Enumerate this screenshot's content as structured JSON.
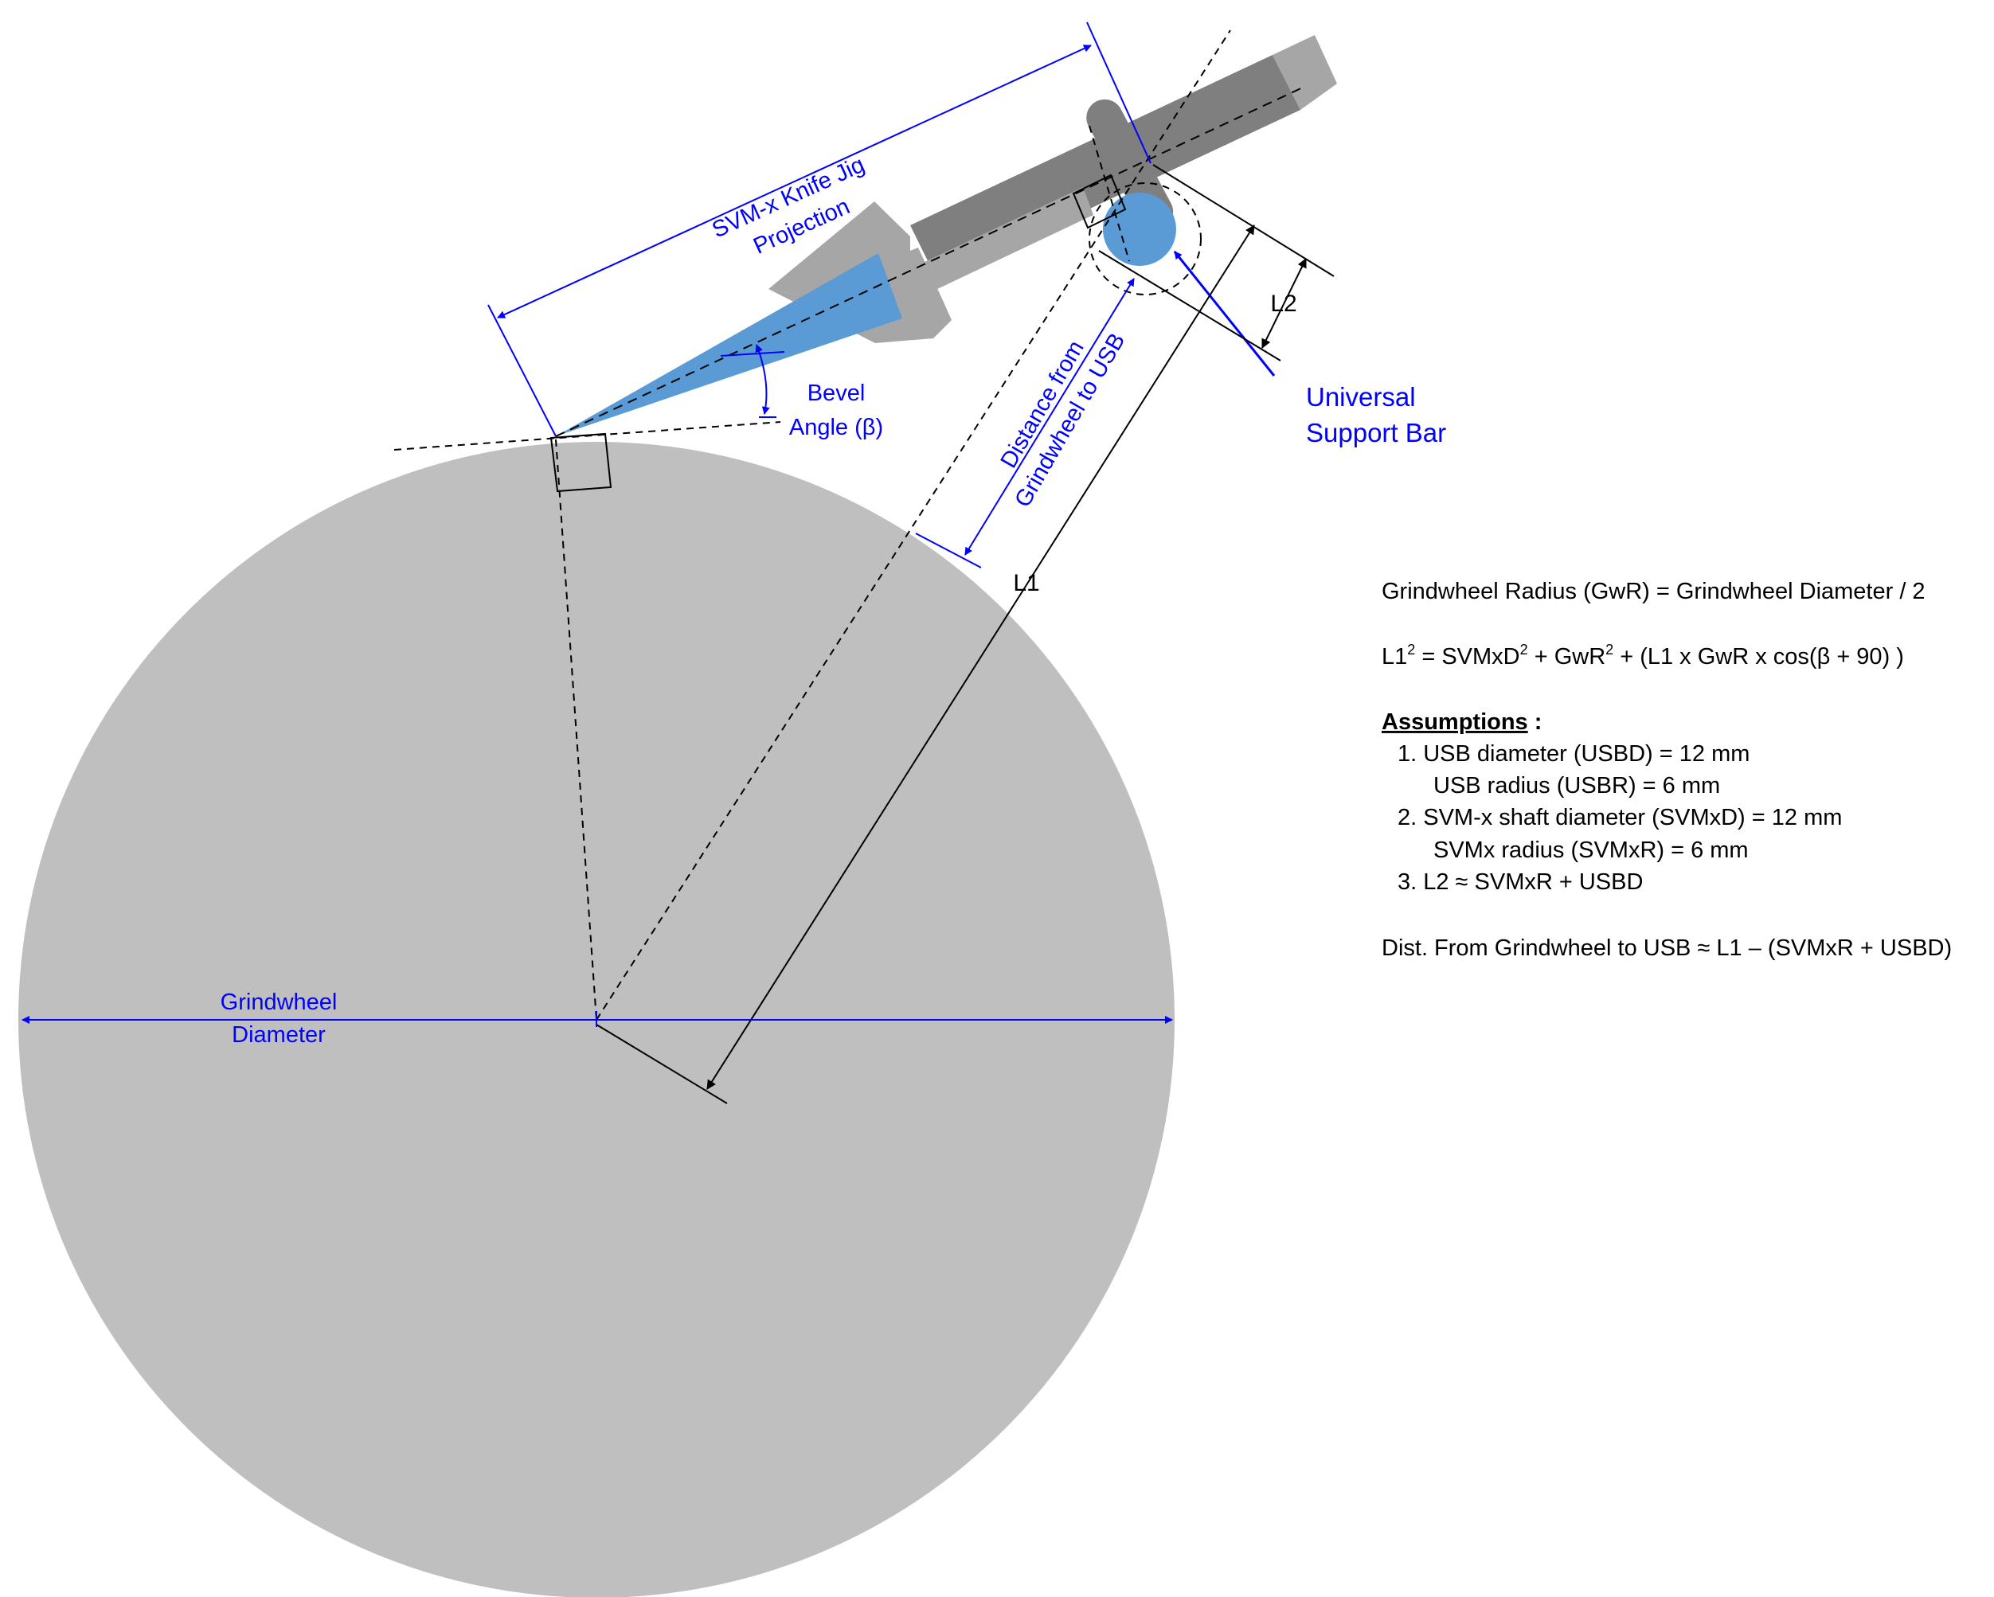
{
  "labels": {
    "jig_projection_line1": "SVM-x Knife Jig",
    "jig_projection_line2": "Projection",
    "bevel_line1": "Bevel",
    "bevel_line2": "Angle (β)",
    "distance_line1": "Distance from",
    "distance_line2": "Grindwheel to USB",
    "usb_line1": "Universal",
    "usb_line2": "Support Bar",
    "l1": "L1",
    "l2": "L2",
    "diameter_line1": "Grindwheel",
    "diameter_line2": "Diameter"
  },
  "notes": {
    "radius_formula": "Grindwheel Radius (GwR) = Grindwheel Diameter / 2",
    "l1_formula_a": "L1",
    "l1_formula_b": " = SVMxD",
    "l1_formula_c": " + GwR",
    "l1_formula_d": " + (L1 x GwR x cos(β + 90) )",
    "sup": "2",
    "assumptions_title": "Assumptions",
    "assumptions_colon": " :",
    "a1": "1. USB diameter (USBD) = 12 mm",
    "a1b": "USB radius (USBR) = 6 mm",
    "a2": "2. SVM-x shaft diameter (SVMxD) = 12 mm",
    "a2b": "SVMx radius (SVMxR) = 6 mm",
    "a3": "3. L2 ≈ SVMxR + USBD",
    "dist": "Dist. From Grindwheel to USB ≈ L1 – (SVMxR + USBD)"
  },
  "colors": {
    "wheel": "#bfbfbf",
    "blade": "#5b9bd5",
    "jig_dark": "#7f7f7f",
    "jig_light": "#a6a6a6",
    "annotation": "#0000ff",
    "line": "#000000"
  }
}
